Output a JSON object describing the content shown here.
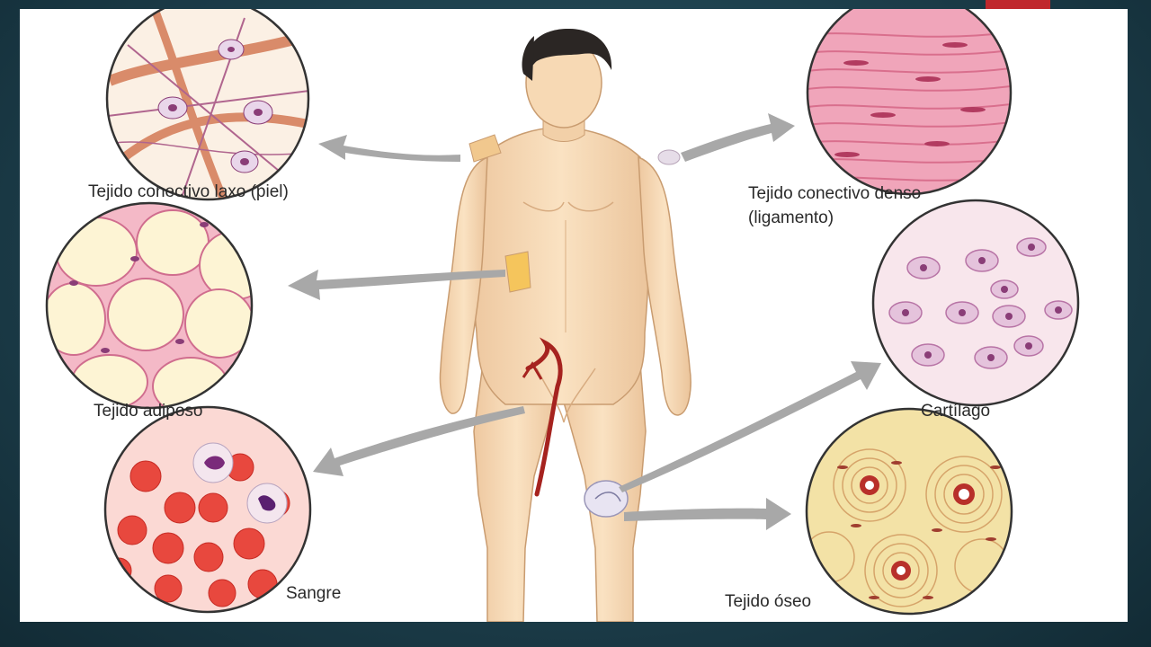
{
  "labels": {
    "loose": "Tejido conectivo laxo (piel)",
    "dense_line1": "Tejido conectivo denso",
    "dense_line2": "(ligamento)",
    "adipose": "Tejido adiposo",
    "cartilage": "Cartílago",
    "blood": "Sangre",
    "bone": "Tejido óseo"
  },
  "colors": {
    "accent": "#c0282d",
    "arrow": "#a8a8a8",
    "skin": "#f7d9b4",
    "blood_vessel": "#a6231f",
    "background": "#1d3f4c"
  }
}
